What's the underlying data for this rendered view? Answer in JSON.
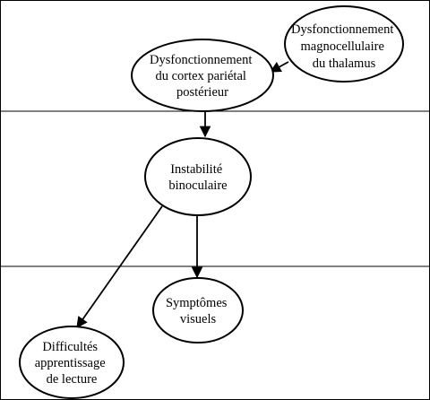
{
  "nodes": {
    "thalamus": {
      "lines": [
        "Dysfonctionnement",
        "magnocellulaire",
        "du thalamus"
      ]
    },
    "cortex": {
      "lines": [
        "Dysfonctionnement",
        "du cortex pariétal",
        "postérieur"
      ]
    },
    "instabilite": {
      "lines": [
        "Instabilité",
        "binoculaire"
      ]
    },
    "symptomes": {
      "lines": [
        "Symptômes",
        "visuels"
      ]
    },
    "difficultes": {
      "lines": [
        "Difficultés",
        "apprentissage",
        "de lecture"
      ]
    }
  },
  "colors": {
    "stroke": "#000000",
    "background": "#ffffff"
  }
}
